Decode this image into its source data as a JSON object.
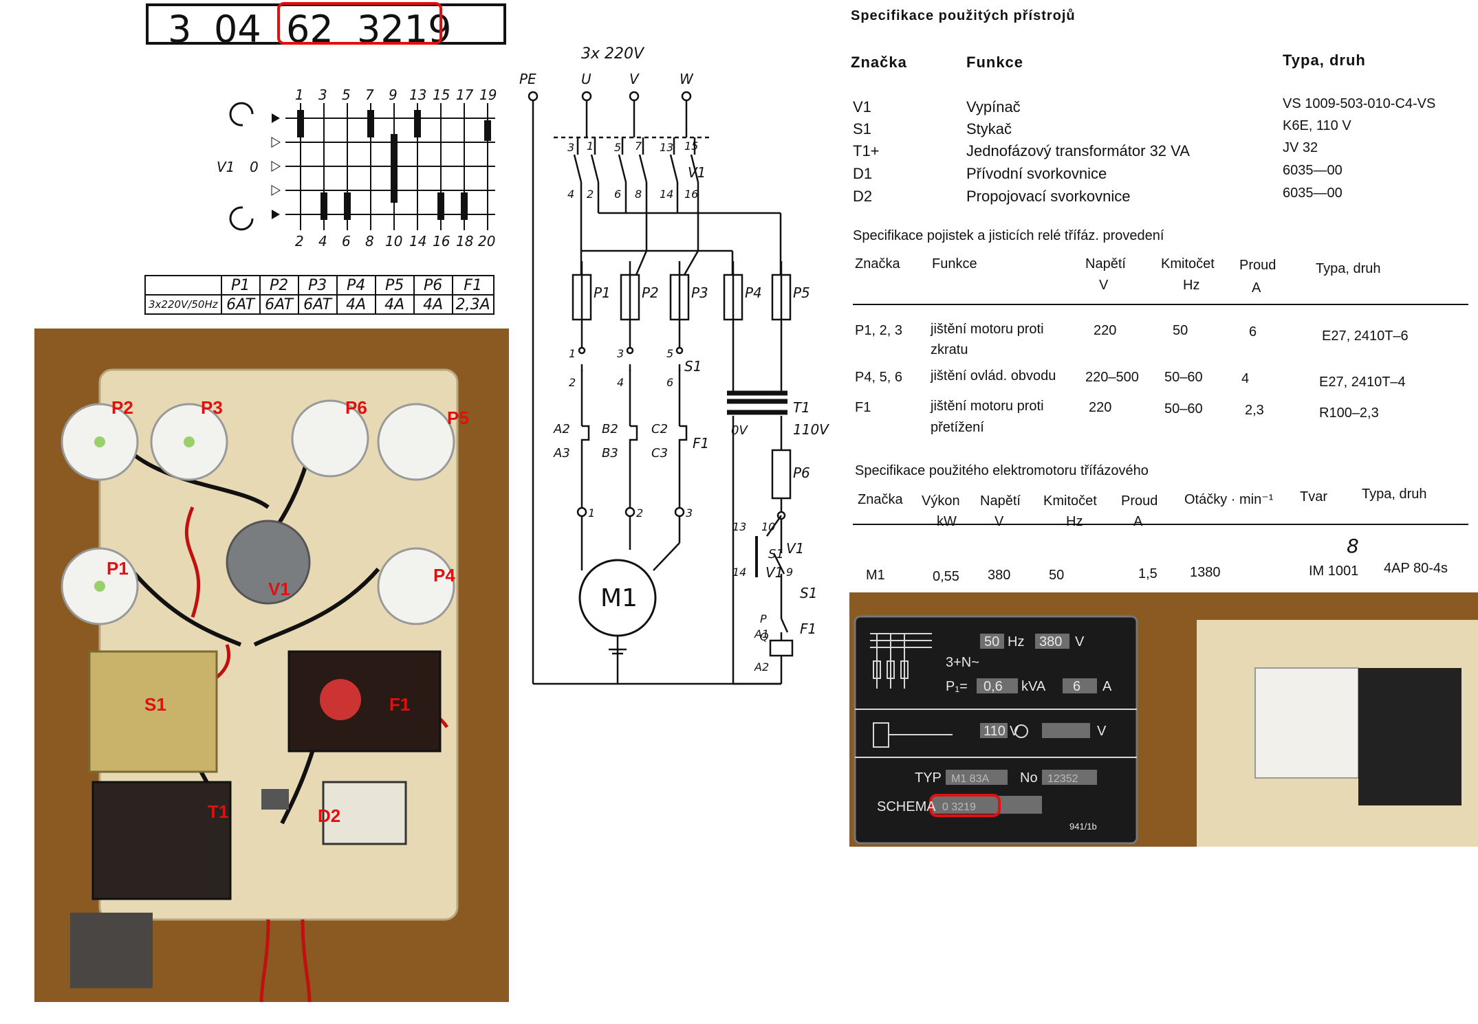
{
  "header_code": {
    "p1": "3",
    "p2": "04",
    "p3": "62",
    "p4": "3219"
  },
  "switch_diagram": {
    "switch_label": "V1",
    "off_label": "0",
    "top_numbers": [
      "1",
      "3",
      "5",
      "7",
      "9",
      "13",
      "15",
      "17",
      "19"
    ],
    "bottom_numbers": [
      "2",
      "4",
      "6",
      "8",
      "10",
      "14",
      "16",
      "18",
      "20"
    ]
  },
  "fuse_rating_table": {
    "headers": [
      "P1",
      "P2",
      "P3",
      "P4",
      "P5",
      "P6",
      "F1"
    ],
    "row_label": "3x220V/50Hz",
    "values": [
      "6AT",
      "6AT",
      "6AT",
      "4A",
      "4A",
      "4A",
      "2,3A"
    ]
  },
  "schematic": {
    "supply": "3x 220V",
    "terminals": [
      "PE",
      "U",
      "V",
      "W"
    ],
    "fuses": [
      "P1",
      "P2",
      "P3",
      "P4",
      "P5",
      "P6"
    ],
    "switch": "V1",
    "contactor": "S1",
    "overload": "F1",
    "transformer": "T1",
    "transformer_0v": "0V",
    "transformer_110v": "110V",
    "motor": "M1",
    "switch_contacts": [
      "3",
      "1",
      "5",
      "7",
      "13",
      "15",
      "4",
      "2",
      "6",
      "8",
      "14",
      "16"
    ],
    "fuse_out_terminals": [
      "1",
      "3",
      "5"
    ],
    "contactor_terminals": [
      "2",
      "4",
      "6"
    ],
    "overload_terminals": [
      "A2",
      "B2",
      "C2",
      "A3",
      "B3",
      "C3"
    ],
    "motor_terminals": [
      "1",
      "2",
      "3"
    ],
    "control_contacts": [
      "13",
      "10",
      "14",
      "9",
      "P",
      "Q",
      "A1",
      "A2"
    ]
  },
  "spec_devices": {
    "title": "Specifikace použitých přístrojů",
    "headers": [
      "Značka",
      "Funkce",
      "Typa, druh"
    ],
    "rows": [
      [
        "V1",
        "Vypínač",
        "VS 1009-503-010-C4-VS"
      ],
      [
        "S1",
        "Stykač",
        "K6E, 110 V"
      ],
      [
        "T1+",
        "Jednofázový transformátor 32 VA",
        "JV 32"
      ],
      [
        "D1",
        "Přívodní svorkovnice",
        "6035—00"
      ],
      [
        "D2",
        "Propojovací svorkovnice",
        "6035—00"
      ]
    ]
  },
  "spec_fuses": {
    "title": "Specifikace pojistek a jisticích relé třífáz. provedení",
    "headers": [
      "Značka",
      "Funkce",
      "Napětí",
      "Kmitočet",
      "Proud",
      "Typa, druh"
    ],
    "units": [
      "V",
      "Hz",
      "A"
    ],
    "rows": [
      [
        "P1, 2, 3",
        "jištění motoru proti",
        "zkratu",
        "220",
        "50",
        "6",
        "E27, 2410T–6"
      ],
      [
        "P4, 5, 6",
        "jištění ovlád. obvodu",
        "",
        "220–500",
        "50–60",
        "4",
        "E27, 2410T–4"
      ],
      [
        "F1",
        "jištění motoru proti",
        "přetížení",
        "220",
        "50–60",
        "2,3",
        "R100–2,3"
      ]
    ]
  },
  "spec_motor": {
    "title": "Specifikace použitého elektromotoru třífázového",
    "headers": [
      "Značka",
      "Výkon",
      "Napětí",
      "Kmitočet",
      "Proud",
      "Otáčky · min⁻¹",
      "Tvar",
      "Typa, druh"
    ],
    "units": [
      "kW",
      "V",
      "Hz",
      "A"
    ],
    "row": [
      "M1",
      "0,55",
      "380",
      "50",
      "1,5",
      "1380",
      "IM 1001",
      "4AP 80-4s"
    ],
    "correction": "8"
  },
  "photo_left_labels": [
    "P2",
    "P3",
    "P6",
    "P5",
    "P1",
    "V1",
    "P4",
    "S1",
    "F1",
    "T1",
    "D2"
  ],
  "nameplate": {
    "freq": "50",
    "freq_unit": "Hz",
    "voltage": "380",
    "voltage_unit": "V",
    "system": "3+N~",
    "p_label": "P₁=",
    "power": "0,6",
    "power_unit": "kVA",
    "current": "6",
    "current_unit": "A",
    "ctrl_voltage": "110",
    "ctrl_unit": "V",
    "typ_label": "TYP",
    "typ_value": "M1 83A",
    "no_label": "No",
    "no_value": "12352",
    "schema_label": "SCHEMA",
    "schema_value": "0 3219",
    "footer": "941/1b"
  },
  "colors": {
    "highlight": "#e01010",
    "wood": "#8a5a22",
    "panel": "#e6d9b4",
    "plate": "#1a1a1a"
  }
}
